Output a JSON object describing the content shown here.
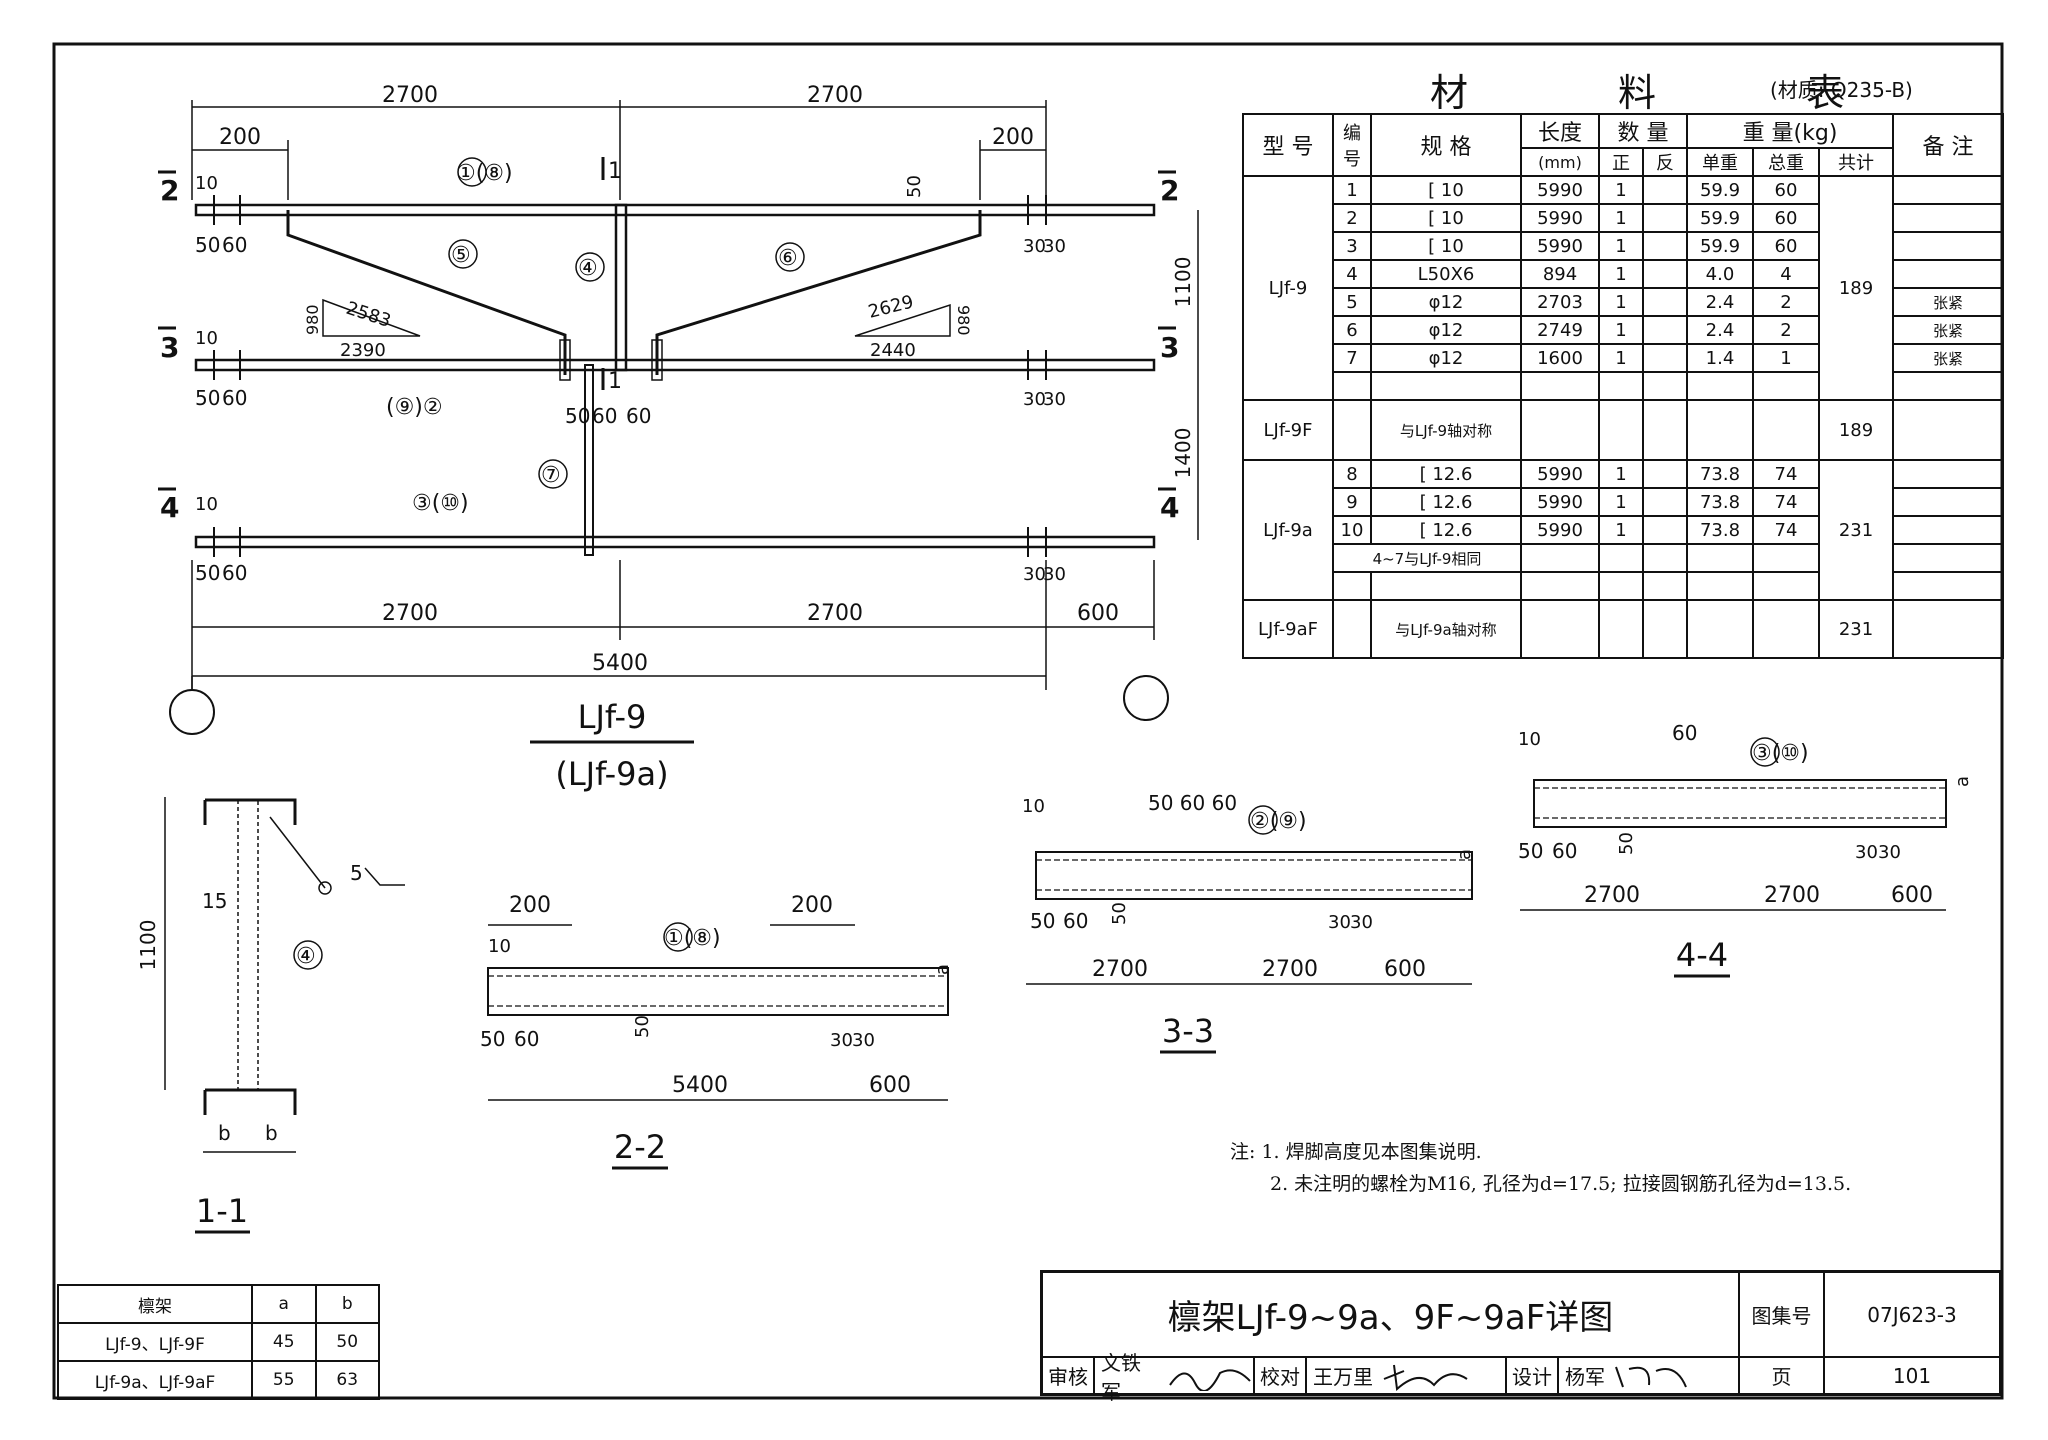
{
  "main_view": {
    "title": "LJf-9",
    "subtitle": "(LJf-9a)",
    "dims": {
      "top_left": "2700",
      "top_right": "2700",
      "d200_left": "200",
      "d200_right": "200",
      "d10": "10",
      "d50": "50",
      "d60": "60",
      "d30": "30",
      "bottom_left": "2700",
      "bottom_right": "2700",
      "bottom_600": "600",
      "overall": "5400",
      "right_1100": "1100",
      "right_1400": "1400"
    },
    "triangles": [
      {
        "hyp": "2583",
        "base": "2390",
        "height": "980"
      },
      {
        "hyp": "2629",
        "base": "2440",
        "height": "980"
      }
    ],
    "section_marks": {
      "s1": "1",
      "s2": "2",
      "s3": "3",
      "s4": "4"
    },
    "part_labels": {
      "p1": "①(⑧)",
      "p2": "(⑨)②",
      "p3": "③(⑩)",
      "p4": "④",
      "p5": "⑤",
      "p6": "⑥",
      "p7": "⑦"
    }
  },
  "section_views": {
    "s11": {
      "label": "1-1",
      "height": "1100",
      "d15": "15",
      "b": "b",
      "weld": "5",
      "part": "④"
    },
    "s22": {
      "label": "2-2",
      "part": "①(⑧)",
      "d200": "200",
      "d10": "10",
      "d50": "50",
      "d60": "60",
      "d30": "30",
      "len": "5400",
      "d600": "600",
      "a": "a"
    },
    "s33": {
      "label": "3-3",
      "part": "②(⑨)",
      "d10": "10",
      "top": "50 60 60",
      "d50": "50",
      "d60": "60",
      "d30": "30",
      "d2700": "2700",
      "d600": "600",
      "a": "a"
    },
    "s44": {
      "label": "4-4",
      "part": "③(⑩)",
      "d10": "10",
      "d60": "60",
      "d50": "50",
      "d30": "30",
      "d2700": "2700",
      "d600": "600",
      "a": "a"
    }
  },
  "material_table": {
    "title": "材料表",
    "material": "(材质: Q235-B)",
    "headers": {
      "model": "型 号",
      "no": "编号",
      "spec": "规 格",
      "length": "长度",
      "length_unit": "(mm)",
      "qty": "数 量",
      "qty_pos": "正",
      "qty_neg": "反",
      "weight": "重 量(kg)",
      "unit_w": "单重",
      "total_w": "总重",
      "sum": "共计",
      "remark": "备 注"
    },
    "groups": [
      {
        "model": "LJf-9",
        "sum": "189",
        "rows": [
          {
            "no": "1",
            "spec": "[ 10",
            "len": "5990",
            "qty": "1",
            "unit": "59.9",
            "total": "60",
            "remark": ""
          },
          {
            "no": "2",
            "spec": "[ 10",
            "len": "5990",
            "qty": "1",
            "unit": "59.9",
            "total": "60",
            "remark": ""
          },
          {
            "no": "3",
            "spec": "[ 10",
            "len": "5990",
            "qty": "1",
            "unit": "59.9",
            "total": "60",
            "remark": ""
          },
          {
            "no": "4",
            "spec": "L50X6",
            "len": "894",
            "qty": "1",
            "unit": "4.0",
            "total": "4",
            "remark": ""
          },
          {
            "no": "5",
            "spec": "φ12",
            "len": "2703",
            "qty": "1",
            "unit": "2.4",
            "total": "2",
            "remark": "张紧"
          },
          {
            "no": "6",
            "spec": "φ12",
            "len": "2749",
            "qty": "1",
            "unit": "2.4",
            "total": "2",
            "remark": "张紧"
          },
          {
            "no": "7",
            "spec": "φ12",
            "len": "1600",
            "qty": "1",
            "unit": "1.4",
            "total": "1",
            "remark": "张紧"
          }
        ]
      },
      {
        "model": "LJf-9F",
        "sum": "189",
        "note": "与LJf-9轴对称"
      },
      {
        "model": "LJf-9a",
        "sum": "231",
        "rows": [
          {
            "no": "8",
            "spec": "[ 12.6",
            "len": "5990",
            "qty": "1",
            "unit": "73.8",
            "total": "74",
            "remark": ""
          },
          {
            "no": "9",
            "spec": "[ 12.6",
            "len": "5990",
            "qty": "1",
            "unit": "73.8",
            "total": "74",
            "remark": ""
          },
          {
            "no": "10",
            "spec": "[ 12.6",
            "len": "5990",
            "qty": "1",
            "unit": "73.8",
            "total": "74",
            "remark": ""
          }
        ],
        "extra": "4~7与LJf-9相同"
      },
      {
        "model": "LJf-9aF",
        "sum": "231",
        "note": "与LJf-9a轴对称"
      }
    ]
  },
  "notes": {
    "n1": "注: 1. 焊脚高度见本图集说明.",
    "n2": "2. 未注明的螺栓为M16, 孔径为d=17.5; 拉接圆钢筋孔径为d=13.5."
  },
  "ab_table": {
    "headers": [
      "檩架",
      "a",
      "b"
    ],
    "rows": [
      [
        "LJf-9、LJf-9F",
        "45",
        "50"
      ],
      [
        "LJf-9a、LJf-9aF",
        "55",
        "63"
      ]
    ]
  },
  "title_block": {
    "title": "檩架LJf-9~9a、9F~9aF详图",
    "atlas_label": "图集号",
    "atlas_no": "07J623-3",
    "page_label": "页",
    "page_no": "101",
    "review_label": "审核",
    "reviewer": "文铁军",
    "check_label": "校对",
    "checker": "王万里",
    "design_label": "设计",
    "designer": "杨军"
  }
}
